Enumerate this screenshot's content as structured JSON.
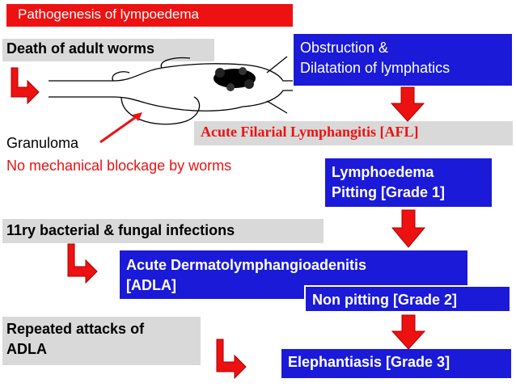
{
  "title": "Pathogenesis of lympoedema",
  "boxes": {
    "death_worms": "Death of adult worms",
    "obstruction_line1": "Obstruction &",
    "obstruction_line2": "Dilatation of lymphatics",
    "afl": "Acute Filarial Lymphangitis [AFL]",
    "granuloma": "Granuloma",
    "no_blockage": "No mechanical blockage by worms",
    "lymph_line1": "Lymphoedema",
    "lymph_line2": "Pitting [Grade 1]",
    "infections": "11ry bacterial & fungal infections",
    "adla_line1": "Acute Dermatolymphangioadenitis",
    "adla_line2": "[ADLA]",
    "non_pitting": "Non pitting [Grade 2]",
    "repeated_line1": "Repeated attacks of",
    "repeated_line2": "ADLA",
    "elephantiasis": "Elephantiasis [Grade 3]"
  },
  "colors": {
    "red": "#ee1111",
    "blue": "#1a1ad8",
    "grey": "#d9d9d9"
  },
  "icons": [
    "elbow-arrow-icon",
    "down-arrow-icon",
    "lymph-vessel-illustration"
  ]
}
